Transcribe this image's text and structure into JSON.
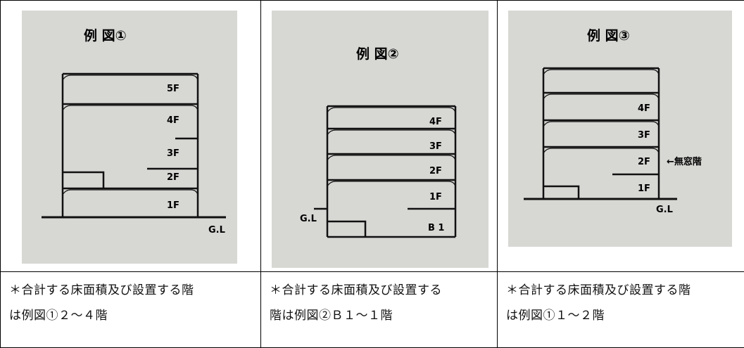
{
  "examples": [
    {
      "title": "例 図①",
      "floor_labels": [
        "5F",
        "4F",
        "3F",
        "2F",
        "1F"
      ],
      "ground_label": "G.L",
      "caption_line1": "＊合計する床面積及び設置する階",
      "caption_line2": "は例図①２～４階"
    },
    {
      "title": "例 図②",
      "floor_labels": [
        "4F",
        "3F",
        "2F",
        "1F",
        "B 1"
      ],
      "ground_label": "G.L",
      "caption_line1": "＊合計する床面積及び設置する",
      "caption_line2": "階は例図②Ｂ１～１階"
    },
    {
      "title": "例 図③",
      "floor_labels": [
        "4F",
        "3F",
        "2F",
        "1F"
      ],
      "ground_label": "G.L",
      "annotation": "←無窓階",
      "caption_line1": "＊合計する床面積及び設置する階",
      "caption_line2": "は例図①１～２階"
    }
  ],
  "colors": {
    "scan_background": "#d7d7d4",
    "ink": "#111111",
    "border": "#000000"
  }
}
